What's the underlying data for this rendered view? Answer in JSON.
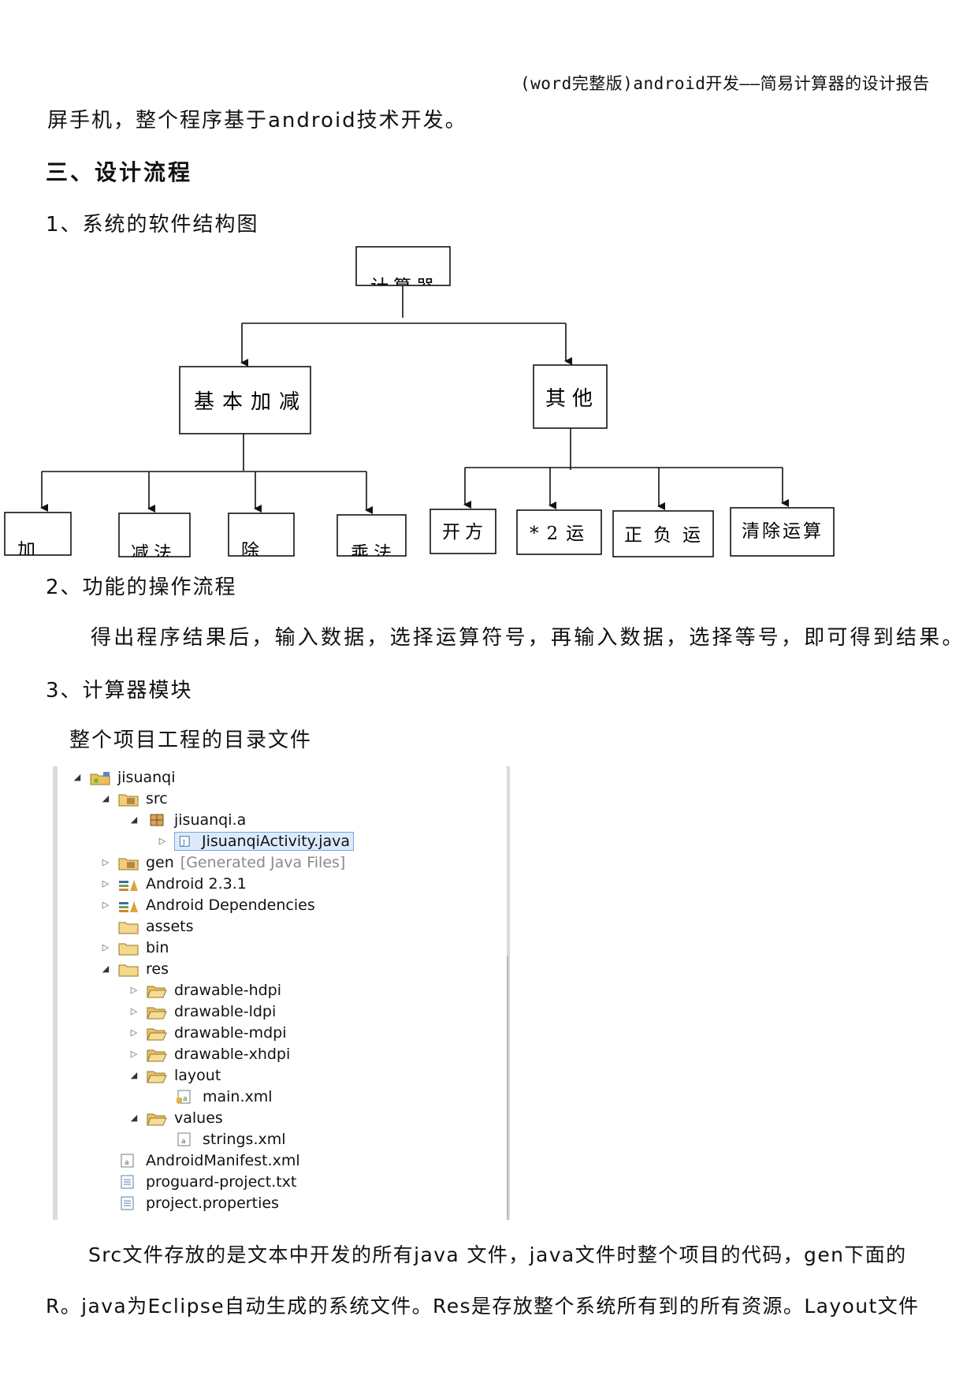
{
  "header": "(word完整版)android开发——简易计算器的设计报告",
  "intro_line": "屏手机，整个程序基于android技术开发。",
  "section_title": "三、设计流程",
  "sub1": "1、系统的软件结构图",
  "diagram": {
    "root": "计算器",
    "left": "基本加减",
    "right": "其他",
    "left_children": [
      "加",
      "减法",
      "除",
      "乘法"
    ],
    "right_children": [
      "开方",
      "*2运",
      "正负运",
      "清除运算"
    ]
  },
  "sub2": "2、功能的操作流程",
  "flow_text": "得出程序结果后，输入数据，选择运算符号，再输入数据，选择等号，即可得到结果。",
  "sub3": "3、计算器模块",
  "tree_caption": "整个项目工程的目录文件",
  "tree": [
    {
      "label": "jisuanqi",
      "decor": ""
    },
    {
      "label": "src",
      "decor": ""
    },
    {
      "label": "jisuanqi.a",
      "decor": ""
    },
    {
      "label": "JisuanqiActivity.java",
      "decor": ""
    },
    {
      "label": "gen",
      "decor": "[Generated Java Files]"
    },
    {
      "label": "Android 2.3.1",
      "decor": ""
    },
    {
      "label": "Android Dependencies",
      "decor": ""
    },
    {
      "label": "assets",
      "decor": ""
    },
    {
      "label": "bin",
      "decor": ""
    },
    {
      "label": "res",
      "decor": ""
    },
    {
      "label": "drawable-hdpi",
      "decor": ""
    },
    {
      "label": "drawable-ldpi",
      "decor": ""
    },
    {
      "label": "drawable-mdpi",
      "decor": ""
    },
    {
      "label": "drawable-xhdpi",
      "decor": ""
    },
    {
      "label": "layout",
      "decor": ""
    },
    {
      "label": "main.xml",
      "decor": ""
    },
    {
      "label": "values",
      "decor": ""
    },
    {
      "label": "strings.xml",
      "decor": ""
    },
    {
      "label": "AndroidManifest.xml",
      "decor": ""
    },
    {
      "label": "proguard-project.txt",
      "decor": ""
    },
    {
      "label": "project.properties",
      "decor": ""
    }
  ],
  "para1": "Src文件存放的是文本中开发的所有java 文件，java文件时整个项目的代码，gen下面的",
  "para2": "R。java为Eclipse自动生成的系统文件。Res是存放整个系统所有到的所有资源。Layout文件"
}
